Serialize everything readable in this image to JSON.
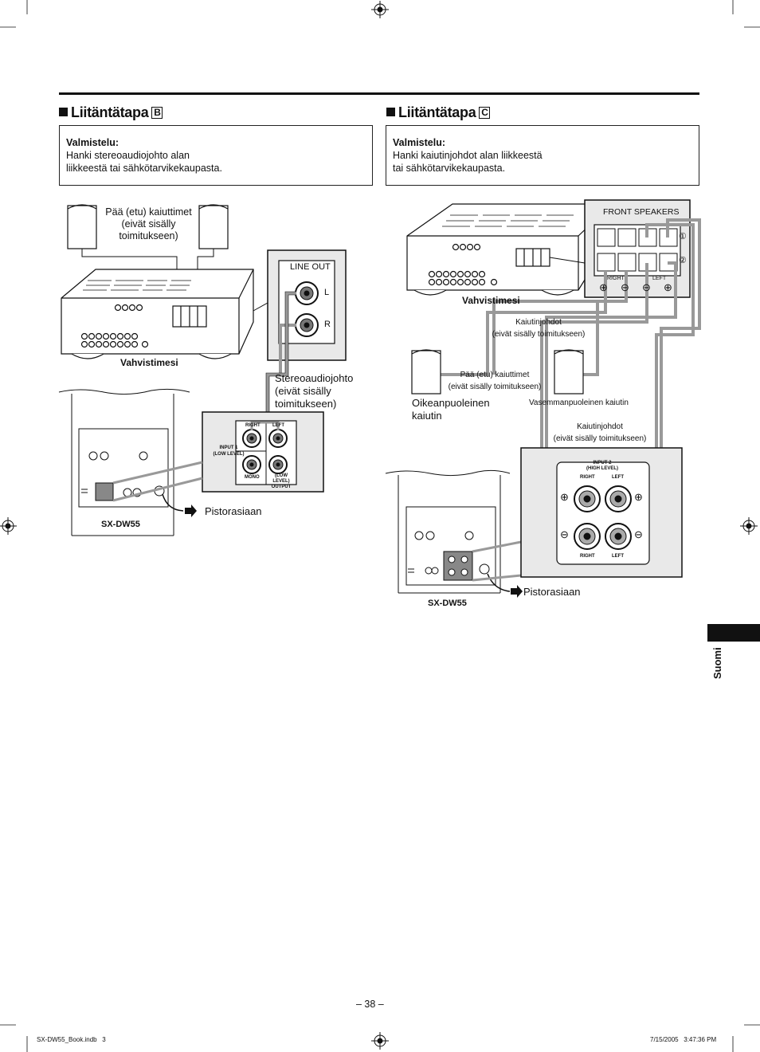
{
  "section_b": {
    "title": "Liitäntätapa",
    "letter": "B",
    "prep_title": "Valmistelu:",
    "prep_text_1": "Hanki stereoaudiojohto alan",
    "prep_text_2": "liikkeestä tai sähkötarvikekaupasta.",
    "front_speakers_1": "Pää (etu) kaiuttimet",
    "front_speakers_2": "(eivät sisälly",
    "front_speakers_3": "toimitukseen)",
    "amplifier": "Vahvistimesi",
    "line_out": "LINE OUT",
    "l": "L",
    "r": "R",
    "cable_1": "Stereoaudiojohto",
    "cable_2": "(eivät sisälly",
    "cable_3": "toimitukseen)",
    "panel_right": "RIGHT",
    "panel_left": "LEFT",
    "input1_1": "INPUT 1",
    "input1_2": "(LOW LEVEL)",
    "mono": "MONO",
    "output_1": "(LOW LEVEL)",
    "output_2": "OUTPUT",
    "outlet": "Pistorasiaan",
    "model": "SX-DW55"
  },
  "section_c": {
    "title": "Liitäntätapa",
    "letter": "C",
    "prep_title": "Valmistelu:",
    "prep_text_1": "Hanki kaiutinjohdot alan liikkeestä",
    "prep_text_2": "tai sähkötarvikekaupasta.",
    "front_speakers": "FRONT SPEAKERS",
    "right": "RIGHT",
    "left": "LEFT",
    "circ1": "①",
    "circ2": "②",
    "plus": "⊕",
    "minus": "⊖",
    "amplifier": "Vahvistimesi",
    "wires_1": "Kaiutinjohdot",
    "wires_2": "(eivät sisälly toimitukseen)",
    "front_1": "Pää (etu) kaiuttimet",
    "front_2": "(eivät sisälly toimitukseen)",
    "right_speaker_1": "Oikeanpuoleinen",
    "right_speaker_2": "kaiutin",
    "left_speaker": "Vasemmanpuoleinen kaiutin",
    "wires2_1": "Kaiutinjohdot",
    "wires2_2": "(eivät sisälly toimitukseen)",
    "input2_1": "INPUT 2",
    "input2_2": "(HIGH LEVEL)",
    "panel_right": "RIGHT",
    "panel_left": "LEFT",
    "outlet": "Pistorasiaan",
    "model": "SX-DW55"
  },
  "side_tab": "Suomi",
  "page_number": "– 38 –",
  "footer_left": "SX-DW55_Book.indb   3",
  "footer_right": "7/15/2005   3:47:36 PM"
}
